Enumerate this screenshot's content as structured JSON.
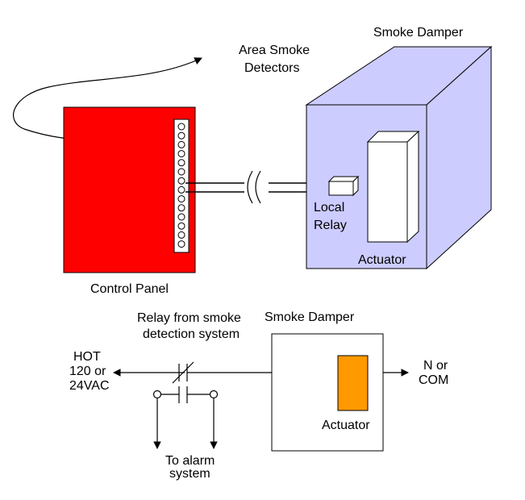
{
  "top_diagram": {
    "area_smoke_detectors": [
      "Area Smoke",
      "Detectors"
    ],
    "smoke_damper_title": "Smoke Damper",
    "control_panel_label": "Control Panel",
    "local_relay_label": [
      "Local",
      "Relay"
    ],
    "actuator_label": "Actuator"
  },
  "schematic": {
    "relay_label": [
      "Relay from smoke",
      "detection system"
    ],
    "smoke_damper_title": "Smoke Damper",
    "hot_label": [
      "HOT",
      "120 or",
      "24VAC"
    ],
    "neutral_label": [
      "N or",
      "COM"
    ],
    "actuator_label": "Actuator",
    "alarm_label": [
      "To alarm",
      "system"
    ]
  },
  "colors": {
    "control_panel": "#ff0000",
    "damper_body": "#ccccff",
    "actuator_schematic": "#ff9900",
    "line": "#000000"
  }
}
